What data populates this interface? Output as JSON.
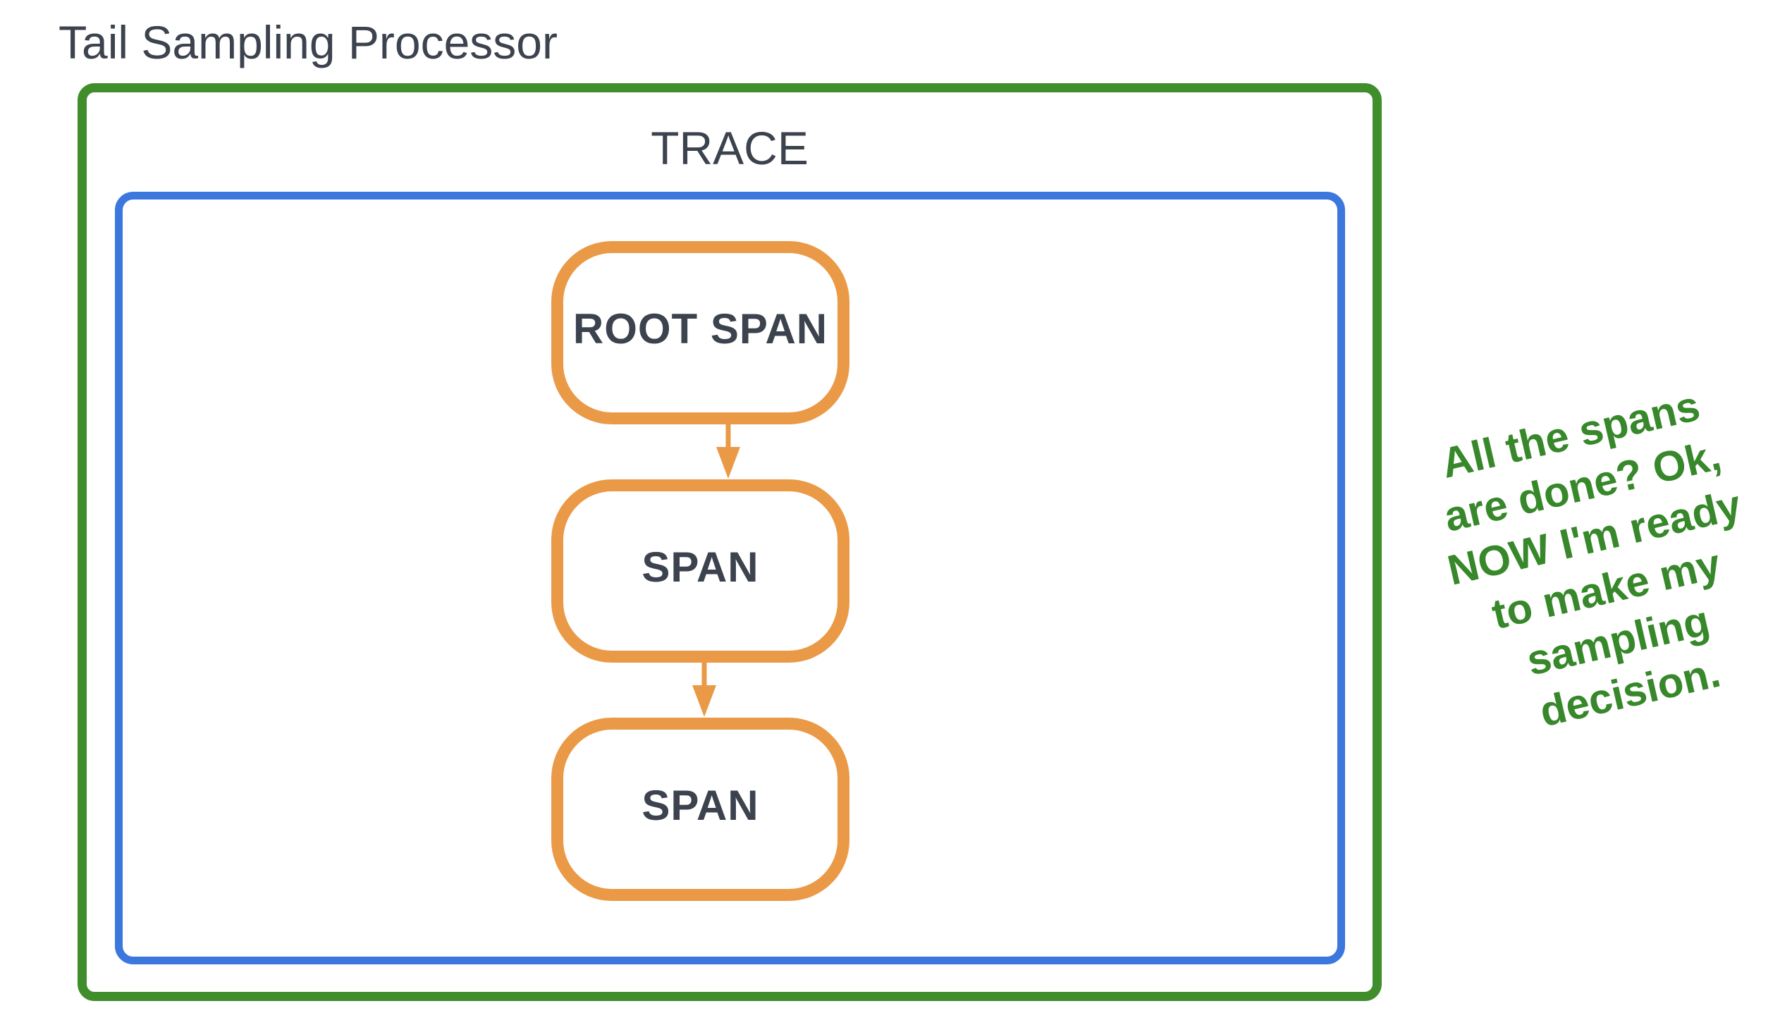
{
  "title": "Tail Sampling Processor",
  "trace": {
    "label": "TRACE"
  },
  "nodes": [
    {
      "label": "ROOT SPAN"
    },
    {
      "label": "SPAN"
    },
    {
      "label": "SPAN"
    }
  ],
  "note": {
    "text": "All the spans\nare done? Ok,\nNOW I'm ready\nto make my\nsampling\ndecision."
  },
  "colors": {
    "processor_border": "#3f8d2b",
    "trace_border": "#3b77dd",
    "span_border": "#ea9a47",
    "label_text": "#3c434e",
    "note_text": "#37882a"
  }
}
